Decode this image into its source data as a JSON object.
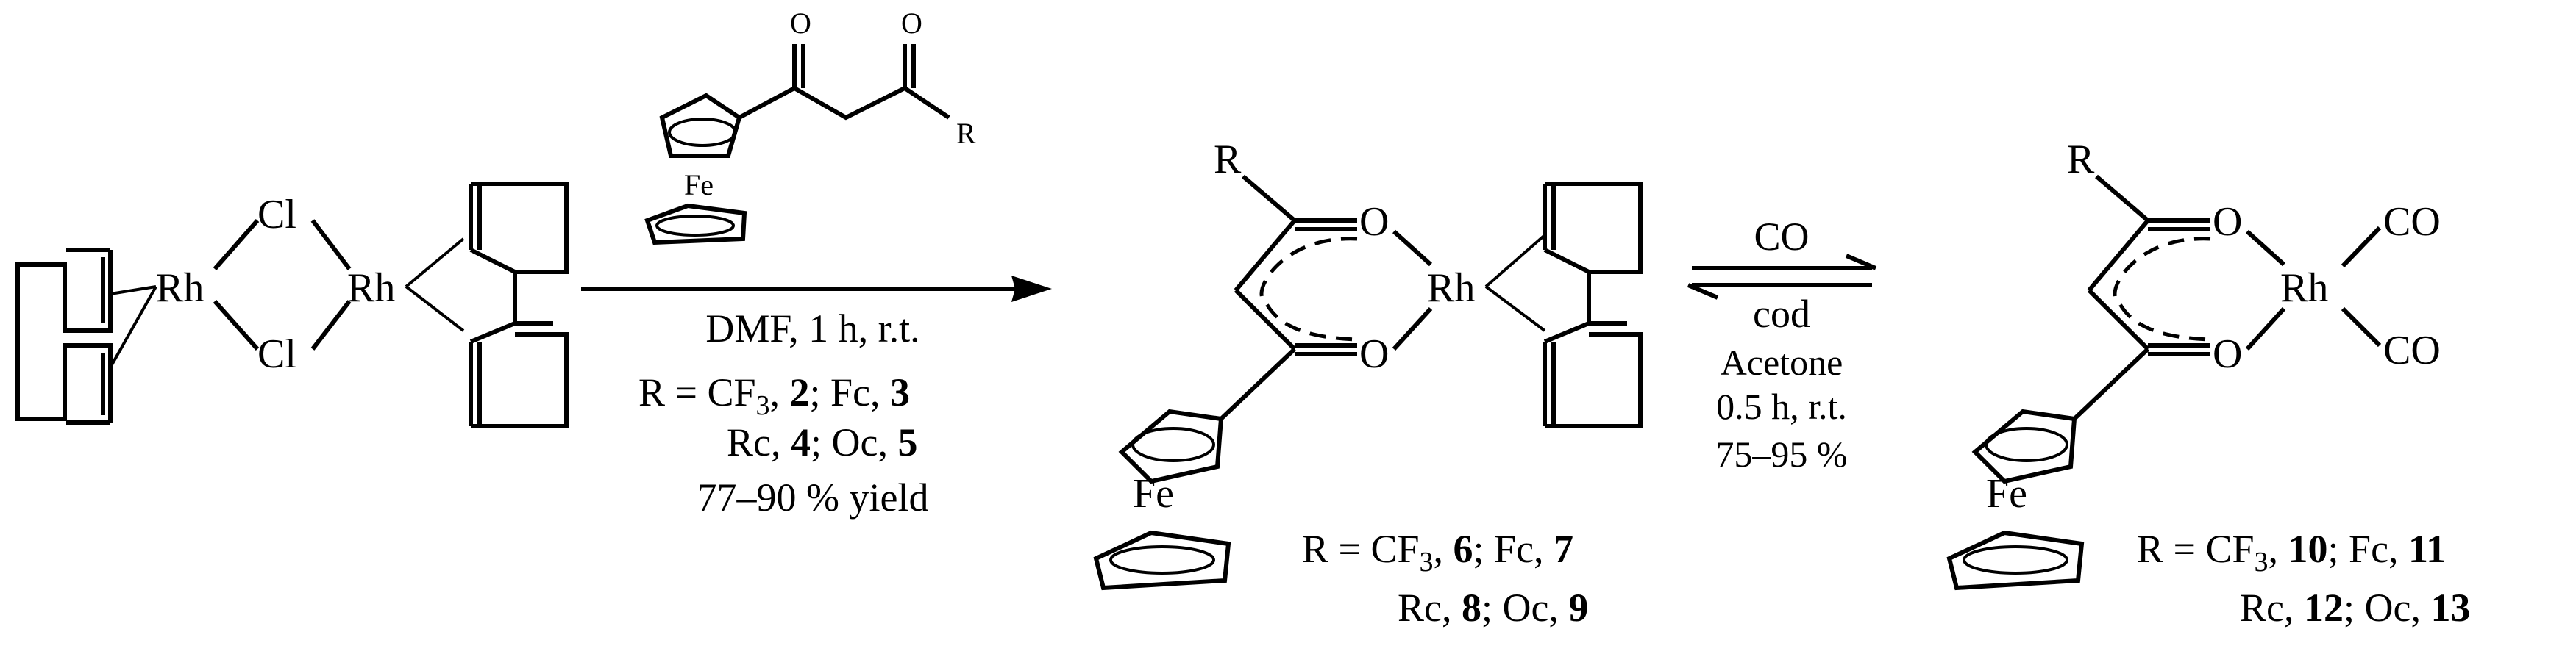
{
  "reactant": {
    "rh_left": "Rh",
    "rh_right": "Rh",
    "cl_top": "Cl",
    "cl_bottom": "Cl"
  },
  "reagent": {
    "o_left": "O",
    "o_right": "O",
    "fe": "Fe",
    "r": "R"
  },
  "step1": {
    "conditions": "DMF, 1 h, r.t.",
    "r_line1_prefix": "R = CF",
    "r_line1_sub": "3",
    "r_line1_sep1": ", ",
    "r_line1_n1": "2",
    "r_line1_sep2": "; Fc, ",
    "r_line1_n2": "3",
    "r_line2_pre": "Rc, ",
    "r_line2_n1": "4",
    "r_line2_sep": ";  Oc, ",
    "r_line2_n2": "5",
    "yield": "77–90 % yield"
  },
  "product1": {
    "r": "R",
    "o_top": "O",
    "o_bottom": "O",
    "rh": "Rh",
    "fe": "Fe",
    "cmp_line1_prefix": "R = CF",
    "cmp_line1_sub": "3",
    "cmp_line1_sep1": ", ",
    "cmp_line1_n1": "6",
    "cmp_line1_sep2": "; Fc, ",
    "cmp_line1_n2": "7",
    "cmp_line2_pre": "Rc, ",
    "cmp_line2_n1": "8",
    "cmp_line2_sep": ";  Oc, ",
    "cmp_line2_n2": "9"
  },
  "step2": {
    "forward_reagent": "CO",
    "reverse_reagent": "cod",
    "solvent": "Acetone",
    "time": "0.5 h, r.t.",
    "yield": "75–95 %"
  },
  "product2": {
    "r": "R",
    "o_top": "O",
    "o_bottom": "O",
    "rh": "Rh",
    "co_top": "CO",
    "co_bottom": "CO",
    "fe": "Fe",
    "cmp_line1_prefix": "R = CF",
    "cmp_line1_sub": "3",
    "cmp_line1_sep1": ", ",
    "cmp_line1_n1": "10",
    "cmp_line1_sep2": "; Fc, ",
    "cmp_line1_n2": "11",
    "cmp_line2_pre": "Rc, ",
    "cmp_line2_n1": "12",
    "cmp_line2_sep": ";  Oc, ",
    "cmp_line2_n2": "13"
  }
}
